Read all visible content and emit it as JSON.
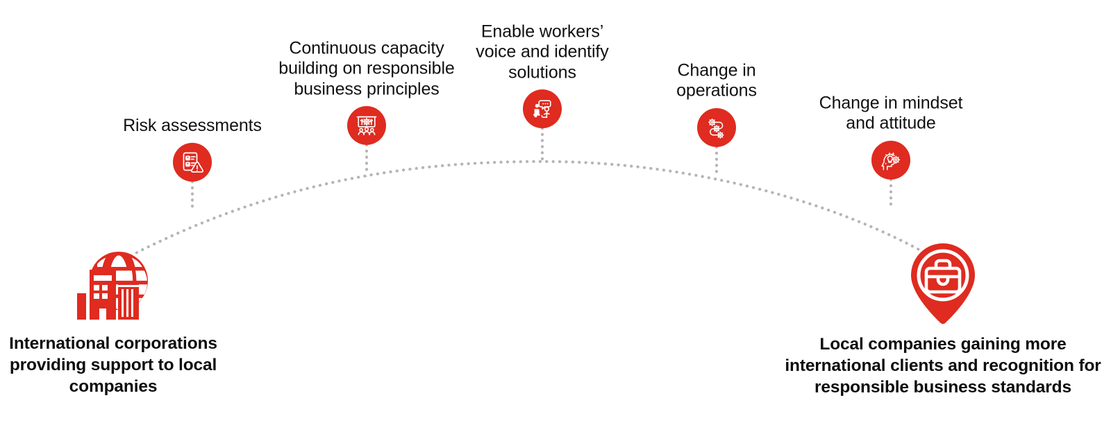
{
  "theme": {
    "accent_red": "#DF2B20",
    "line_gray": "#B5B5B5",
    "text_dark": "#0d0d0d",
    "background": "#FFFFFF"
  },
  "diagram": {
    "type": "journey-arc",
    "title": "",
    "start": {
      "icon": "globe-buildings-icon",
      "label": "International corporations\nproviding support to local\ncompanies"
    },
    "end": {
      "icon": "map-pin-briefcase-icon",
      "label": "Local companies gaining more\ninternational clients and recognition for\nresponsible business standards"
    },
    "milestones": [
      {
        "label": "Risk assessments",
        "icon": "clipboard-warning-icon"
      },
      {
        "label": "Continuous capacity\nbuilding on responsible\nbusiness principles",
        "icon": "presentation-gear-audience-icon"
      },
      {
        "label": "Enable workers’\nvoice and identify\nsolutions",
        "icon": "dialogue-speech-bubble-icon"
      },
      {
        "label": "Change in\noperations",
        "icon": "connected-gears-icon"
      },
      {
        "label": "Change in mindset\nand attitude",
        "icon": "head-lightbulb-gear-icon"
      }
    ]
  }
}
